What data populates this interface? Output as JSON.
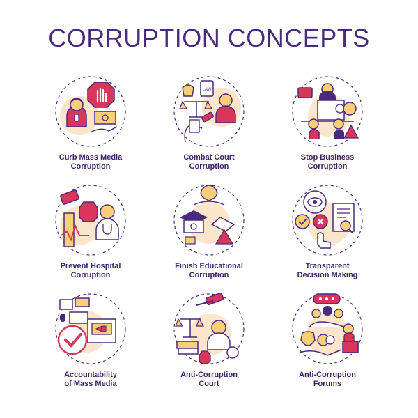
{
  "title": "CORRUPTION CONCEPTS",
  "colors": {
    "outline": "#4a2a7e",
    "accent_red": "#d9365b",
    "bg_circle": "#fbe6cc",
    "yellow": "#f7cf7a",
    "dash": "#4a2a7e"
  },
  "items": [
    {
      "icon": "curb-mass-media-icon",
      "lines": [
        "Curb Mass Media",
        "Corruption"
      ]
    },
    {
      "icon": "combat-court-icon",
      "lines": [
        "Combat Court",
        "Corruption"
      ]
    },
    {
      "icon": "stop-business-icon",
      "lines": [
        "Stop Business",
        "Corruption"
      ]
    },
    {
      "icon": "prevent-hospital-icon",
      "lines": [
        "Prevent Hospital",
        "Corruption"
      ]
    },
    {
      "icon": "finish-educational-icon",
      "lines": [
        "Finish Educational",
        "Corruption"
      ]
    },
    {
      "icon": "transparent-decision-icon",
      "lines": [
        "Transparent",
        "Decision Making"
      ]
    },
    {
      "icon": "accountability-media-icon",
      "lines": [
        "Accountability",
        "of Mass Media"
      ]
    },
    {
      "icon": "anti-corruption-court-icon",
      "lines": [
        "Anti-Corruption",
        "Court"
      ]
    },
    {
      "icon": "anti-corruption-forums-icon",
      "lines": [
        "Anti-Corruption",
        "Forums"
      ]
    }
  ],
  "icon_text": {
    "law_book": "LAW"
  }
}
